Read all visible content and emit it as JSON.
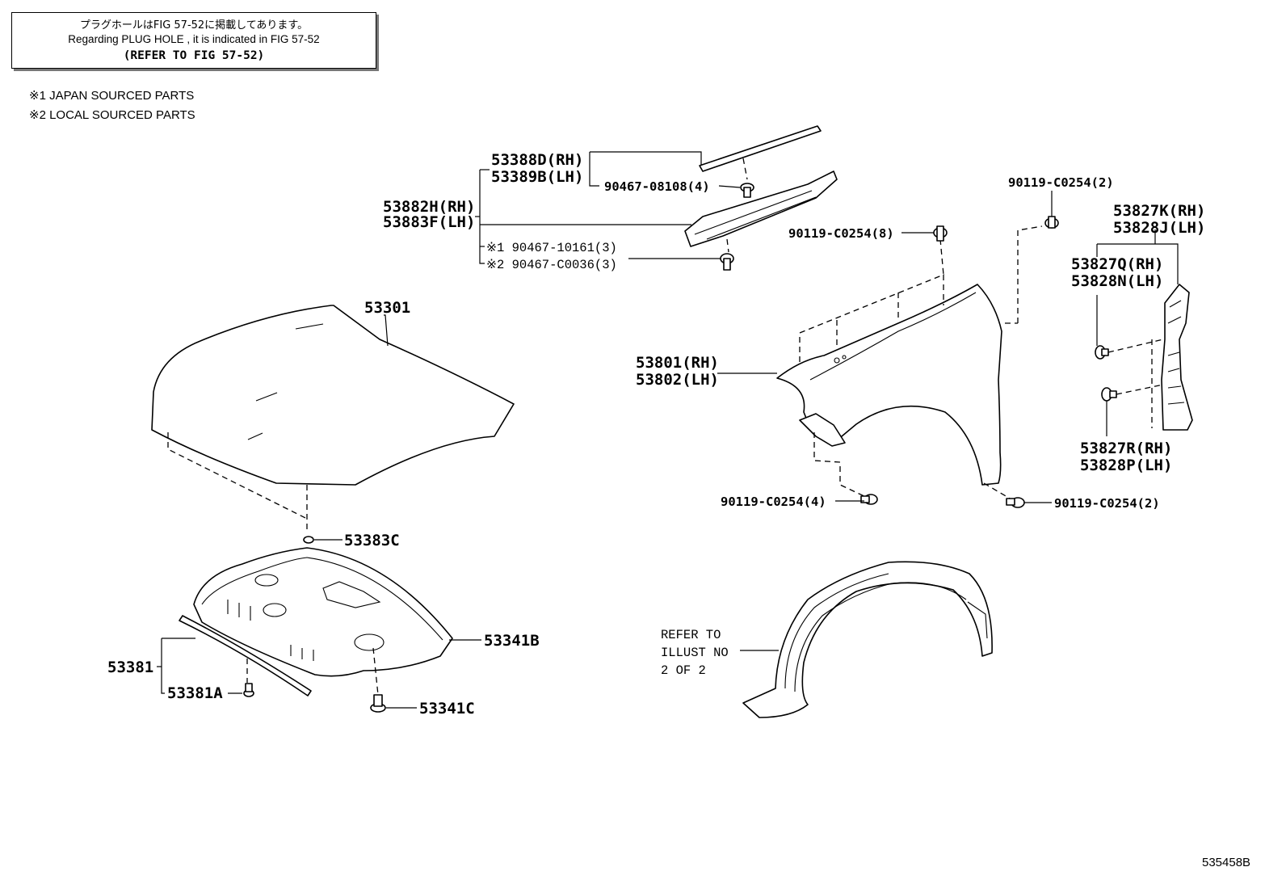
{
  "note": {
    "jp": "プラグホールはFIG 57-52に掲載してあります。",
    "en": "Regarding PLUG HOLE , it is indicated in FIG 57-52",
    "ref": "(REFER TO FIG 57-52)"
  },
  "legend": [
    "※1 JAPAN SOURCED PARTS",
    "※2 LOCAL SOURCED PARTS"
  ],
  "labels": {
    "p53388D": "53388D(RH)",
    "p53389B": "53389B(LH)",
    "p90467_08108": "90467-08108(4)",
    "p53882H": "53882H(RH)",
    "p53883F": "53883F(LH)",
    "p90467_10161": "※1 90467-10161(3)",
    "p90467_C0036": "※2 90467-C0036(3)",
    "p53301": "53301",
    "p90119_8": "90119-C0254(8)",
    "p90119_2a": "90119-C0254(2)",
    "p53827K": "53827K(RH)",
    "p53828J": "53828J(LH)",
    "p53827Q": "53827Q(RH)",
    "p53828N": "53828N(LH)",
    "p53801": "53801(RH)",
    "p53802": "53802(LH)",
    "p53827R": "53827R(RH)",
    "p53828P": "53828P(LH)",
    "p90119_4": "90119-C0254(4)",
    "p90119_2b": "90119-C0254(2)",
    "p53383C": "53383C",
    "p53341B": "53341B",
    "p53381": "53381",
    "p53381A": "53381A",
    "p53341C": "53341C",
    "refer1": "REFER TO",
    "refer2": "ILLUST NO",
    "refer3": "2 OF 2"
  },
  "figure_number": "535458B"
}
